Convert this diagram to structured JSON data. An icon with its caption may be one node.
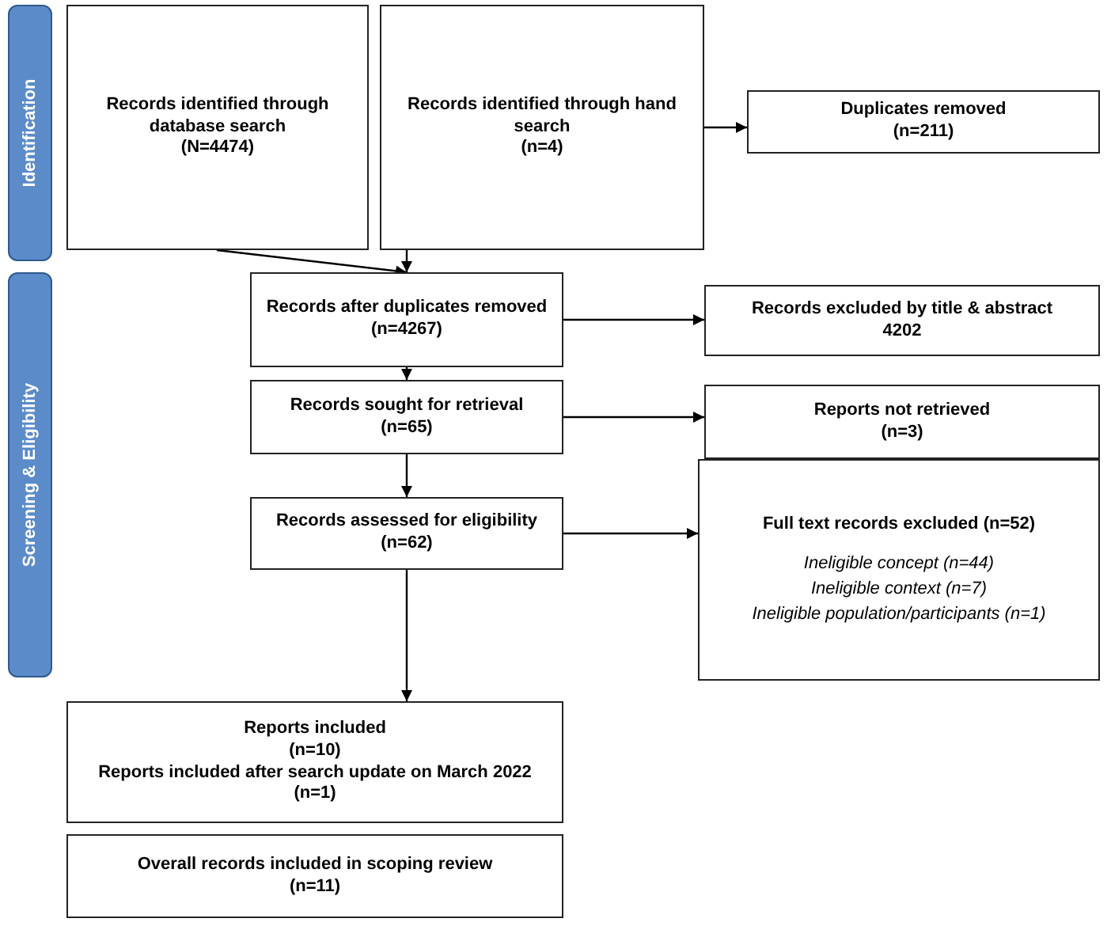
{
  "diagram": {
    "nodes": [
      {
        "text": [
          "Identification"
        ]
      },
      {
        "text": [
          "Records identified through database search",
          "(N=4474)"
        ]
      },
      {
        "text": [
          "Records identified through hand search",
          "(n=4)"
        ]
      },
      {
        "text": [
          "Duplicates removed",
          "(n=211)"
        ]
      },
      {
        "text": [
          "Screening & Eligibility"
        ]
      },
      {
        "text": [
          "Records after duplicates removed",
          "(n=4267)"
        ]
      },
      {
        "text": [
          "Records excluded by title & abstract",
          "4202"
        ]
      },
      {
        "text": [
          "Records sought for retrieval",
          "(n=65)"
        ]
      },
      {
        "text": [
          "Reports not retrieved",
          "(n=3)"
        ]
      },
      {
        "text": [
          "Records assessed for eligibility (n=62)"
        ]
      },
      {
        "text": [
          "Full text records excluded (n=52)",
          "Ineligible concept (n=44)",
          "Ineligible context (n=7)",
          "Ineligible population/participants (n=1)"
        ]
      },
      {
        "text": [
          "Reports included",
          "(n=10)",
          "Reports included after search update on March 2022",
          "(n=1)"
        ]
      },
      {
        "text": [
          "Overall records included in scoping review",
          "(n=11)"
        ]
      }
    ],
    "edges": [
      {
        "from": 1,
        "to": 5,
        "arrow": "to"
      },
      {
        "from": 2,
        "to": 5,
        "arrow": "to"
      },
      {
        "from": 2,
        "to": 3,
        "arrow": "to"
      },
      {
        "from": 5,
        "to": 6,
        "arrow": "to"
      },
      {
        "from": 5,
        "to": 7,
        "arrow": "to"
      },
      {
        "from": 7,
        "to": 8,
        "arrow": "to"
      },
      {
        "from": 7,
        "to": 9,
        "arrow": "to"
      },
      {
        "from": 9,
        "to": 10,
        "arrow": "to"
      },
      {
        "from": 9,
        "to": 11,
        "arrow": "to"
      }
    ]
  }
}
